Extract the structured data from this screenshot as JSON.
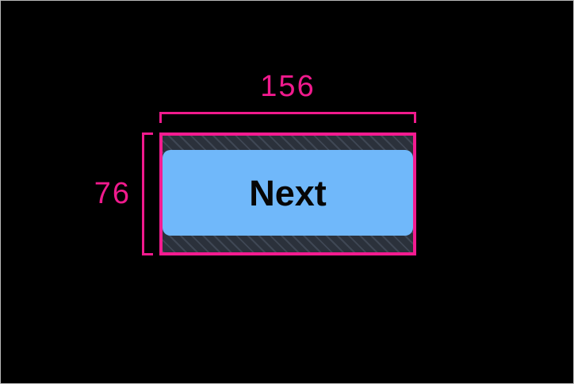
{
  "overlay": {
    "kind": "element-measurement-overlay",
    "background_color": "#000000",
    "accent_color": "#f41b90"
  },
  "measurements": {
    "width_label": "156",
    "height_label": "76",
    "unit": "",
    "bracket_color": "#f01a8d"
  },
  "element": {
    "type": "button",
    "label": "Next",
    "fill_color": "#70b8fa",
    "text_color": "#060606",
    "inset_fill_color": "#343b46",
    "highlight_border_color": "#f41b90"
  }
}
